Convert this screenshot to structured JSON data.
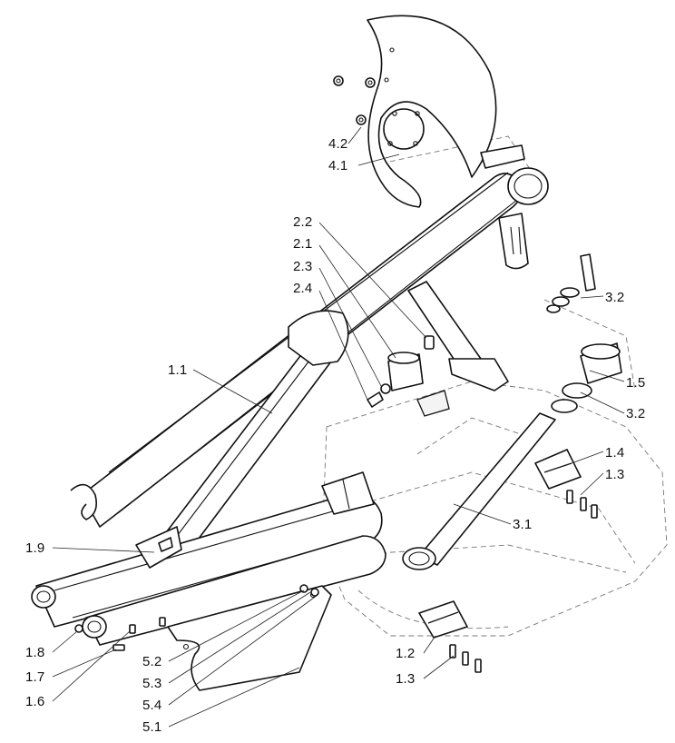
{
  "labels": {
    "l_1_1": "1.1",
    "l_1_2": "1.2",
    "l_1_3a": "1.3",
    "l_1_3b": "1.3",
    "l_1_4": "1.4",
    "l_1_5": "1.5",
    "l_1_6": "1.6",
    "l_1_7": "1.7",
    "l_1_8": "1.8",
    "l_1_9": "1.9",
    "l_2_1": "2.1",
    "l_2_2": "2.2",
    "l_2_3": "2.3",
    "l_2_4": "2.4",
    "l_3_1": "3.1",
    "l_3_2a": "3.2",
    "l_3_2b": "3.2",
    "l_4_1": "4.1",
    "l_4_2": "4.2",
    "l_5_1": "5.1",
    "l_5_2": "5.2",
    "l_5_3": "5.3",
    "l_5_4": "5.4"
  }
}
